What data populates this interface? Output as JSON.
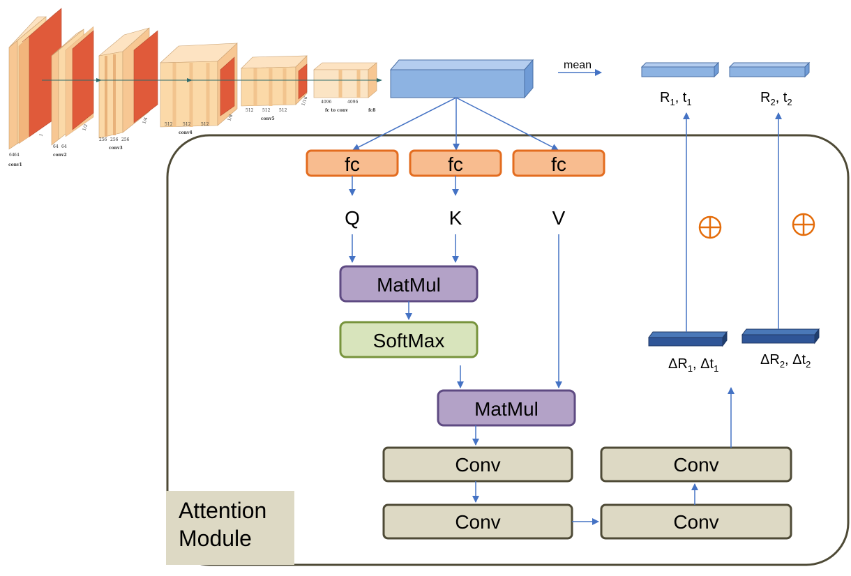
{
  "colors": {
    "frame": "#4e4a36",
    "arrow": "#4472c4",
    "fc_fill": "#f8bc8f",
    "fc_stroke": "#e36c1f",
    "matmul_fill": "#b3a2c7",
    "matmul_stroke": "#5e4a82",
    "softmax_fill": "#d8e4bc",
    "softmax_stroke": "#77933c",
    "conv_fill": "#ddd9c4",
    "conv_stroke": "#4e4a36",
    "feature_light": "#8db3e2",
    "feature_dark": "#2f5597",
    "oplus": "#e46c0a",
    "vgg_light": "#fbd9a8",
    "vgg_dark": "#e05a3a",
    "attention_label_bg": "#ddd9c4"
  },
  "vgg": {
    "layer_labels": [
      "conv1",
      "conv2",
      "conv3",
      "conv4",
      "conv5",
      "fc to conv",
      "fc8"
    ],
    "channel_labels": [
      "64",
      "64",
      "64",
      "64",
      "256",
      "256",
      "256",
      "512",
      "512",
      "512",
      "512",
      "512",
      "512",
      "4096",
      "4096"
    ],
    "scale_labels": [
      "1",
      "1/2",
      "1/4",
      "1/8",
      "1/16"
    ]
  },
  "mean_label": "mean",
  "outputs": [
    {
      "label": "R",
      "sub": "1",
      "sep": ", t",
      "sub2": "1"
    },
    {
      "label": "R",
      "sub": "2",
      "sep": ", t",
      "sub2": "2"
    }
  ],
  "deltas": [
    {
      "label": "ΔR",
      "sub": "1",
      "sep": ", Δt",
      "sub2": "1"
    },
    {
      "label": "ΔR",
      "sub": "2",
      "sep": ", Δt",
      "sub2": "2"
    }
  ],
  "fc_boxes": [
    "fc",
    "fc",
    "fc"
  ],
  "qkv": [
    "Q",
    "K",
    "V"
  ],
  "matmul_label": "MatMul",
  "softmax_label": "SoftMax",
  "conv_label": "Conv",
  "oplus_symbol": "⊕",
  "attention_label": [
    "Attention",
    "Module"
  ]
}
